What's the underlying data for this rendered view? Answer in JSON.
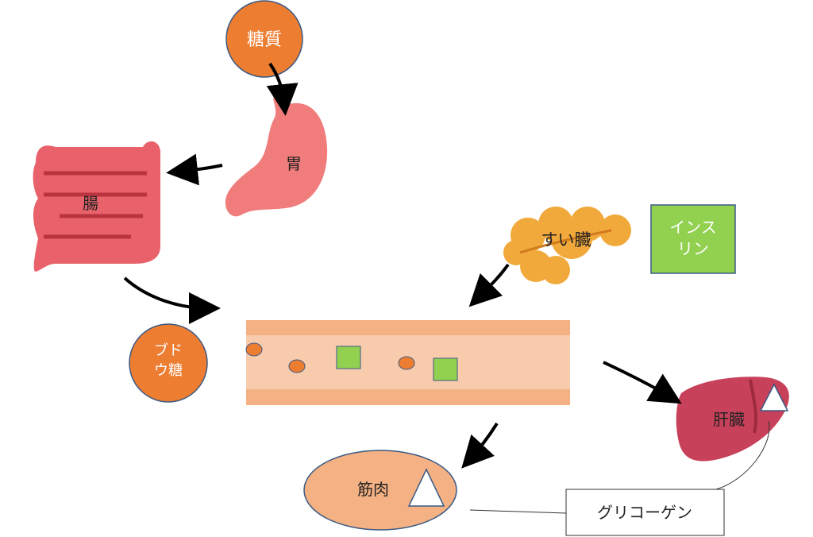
{
  "nodes": {
    "carbohydrate": "糖質",
    "stomach": "胃",
    "intestine": "腸",
    "glucose_line1": "ブド",
    "glucose_line2": "ウ糖",
    "pancreas": "すい臓",
    "insulin_line1": "インス",
    "insulin_line2": "リン",
    "liver": "肝臓",
    "muscle": "筋肉",
    "glycogen": "グリコーゲン"
  },
  "colors": {
    "orange_circle": "#ED7D31",
    "organ_pink": "#E9616A",
    "organ_dark": "#C43A4B",
    "pancreas": "#F2A93B",
    "insulin_box": "#92D050",
    "vessel_outer": "#F4B183",
    "vessel_inner": "#F8CBAD",
    "muscle": "#F4B183"
  }
}
